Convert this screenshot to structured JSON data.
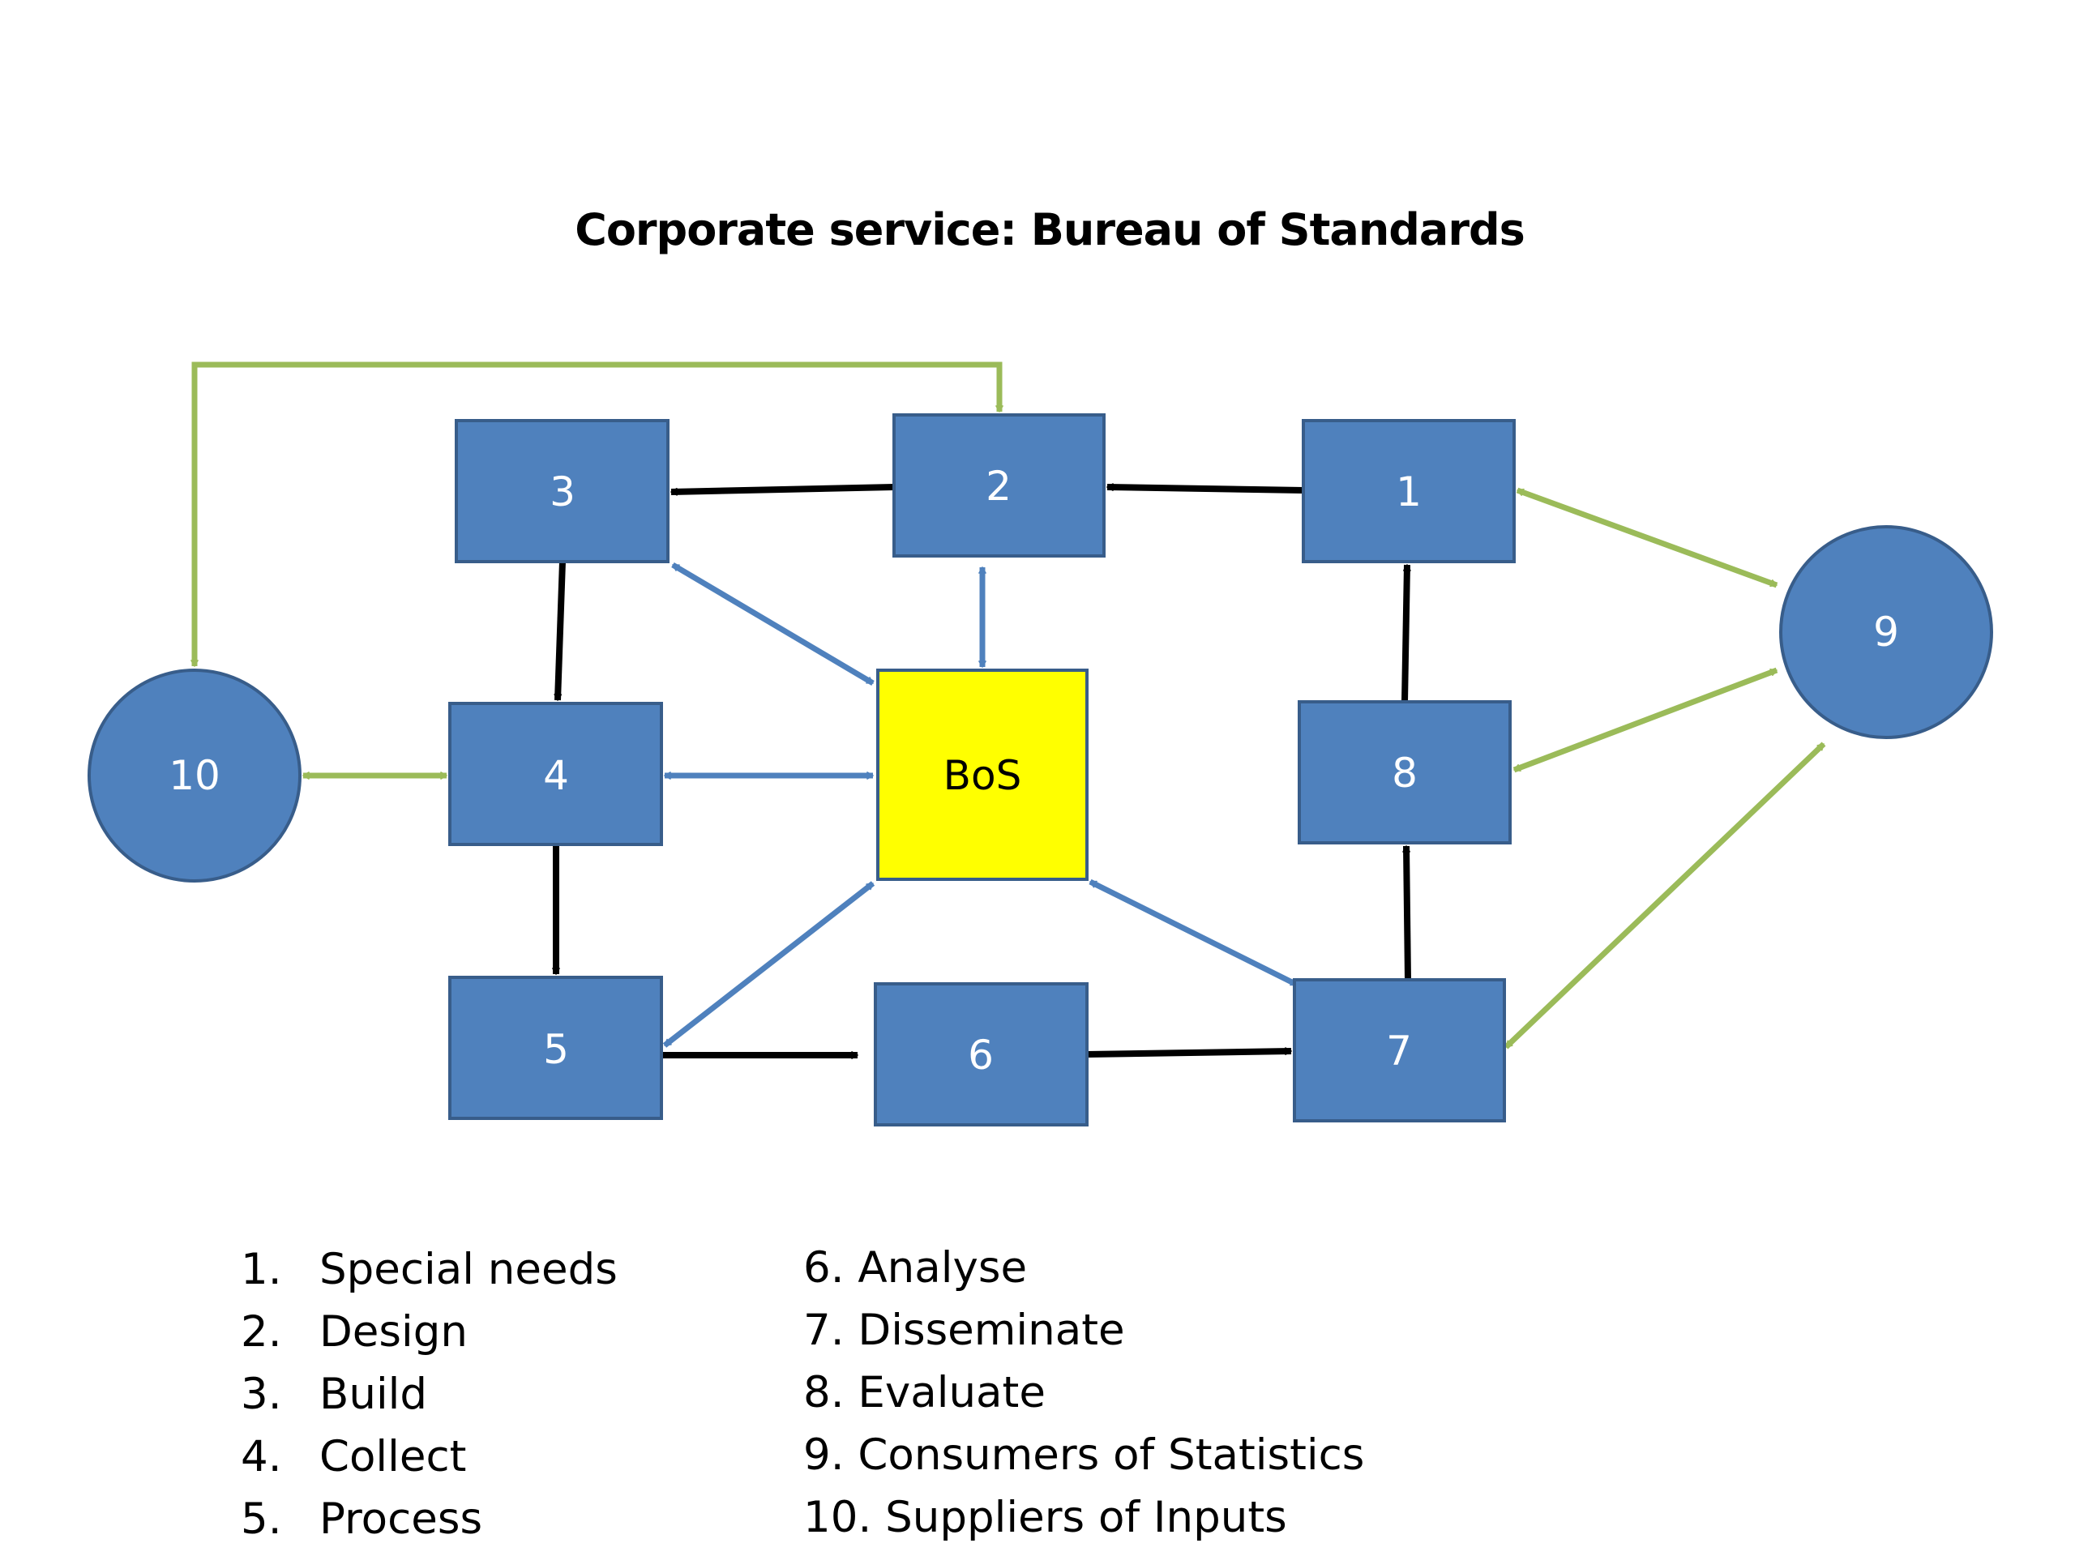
{
  "title": "Corporate service: Bureau of Standards",
  "colors": {
    "box_fill": "#4f81bd",
    "box_stroke": "#385d8a",
    "bos_fill": "#ffff00",
    "flow_arrow": "#000000",
    "bos_link": "#4f81bd",
    "external_link": "#9bbb59"
  },
  "nodes": [
    {
      "id": "1",
      "label": "1",
      "shape": "rect"
    },
    {
      "id": "2",
      "label": "2",
      "shape": "rect"
    },
    {
      "id": "3",
      "label": "3",
      "shape": "rect"
    },
    {
      "id": "4",
      "label": "4",
      "shape": "rect"
    },
    {
      "id": "5",
      "label": "5",
      "shape": "rect"
    },
    {
      "id": "6",
      "label": "6",
      "shape": "rect"
    },
    {
      "id": "7",
      "label": "7",
      "shape": "rect"
    },
    {
      "id": "8",
      "label": "8",
      "shape": "rect"
    },
    {
      "id": "9",
      "label": "9",
      "shape": "circle"
    },
    {
      "id": "10",
      "label": "10",
      "shape": "circle"
    },
    {
      "id": "bos",
      "label": "BoS",
      "shape": "rect"
    }
  ],
  "edges": [
    {
      "from": "1",
      "to": "2",
      "type": "flow"
    },
    {
      "from": "2",
      "to": "3",
      "type": "flow"
    },
    {
      "from": "3",
      "to": "4",
      "type": "flow"
    },
    {
      "from": "4",
      "to": "5",
      "type": "flow"
    },
    {
      "from": "5",
      "to": "6",
      "type": "flow"
    },
    {
      "from": "6",
      "to": "7",
      "type": "flow"
    },
    {
      "from": "7",
      "to": "8",
      "type": "flow"
    },
    {
      "from": "8",
      "to": "1",
      "type": "flow"
    },
    {
      "from": "bos",
      "to": "2",
      "type": "bos-link",
      "bidirectional": true
    },
    {
      "from": "bos",
      "to": "3",
      "type": "bos-link",
      "bidirectional": true
    },
    {
      "from": "bos",
      "to": "4",
      "type": "bos-link",
      "bidirectional": true
    },
    {
      "from": "bos",
      "to": "5",
      "type": "bos-link",
      "bidirectional": true
    },
    {
      "from": "bos",
      "to": "7",
      "type": "bos-link",
      "bidirectional": true
    },
    {
      "from": "9",
      "to": "1",
      "type": "external",
      "bidirectional": true
    },
    {
      "from": "9",
      "to": "8",
      "type": "external",
      "bidirectional": true
    },
    {
      "from": "9",
      "to": "7",
      "type": "external",
      "bidirectional": true
    },
    {
      "from": "10",
      "to": "4",
      "type": "external",
      "bidirectional": true
    },
    {
      "from": "10",
      "to": "2",
      "type": "external",
      "bidirectional": true
    }
  ],
  "legend": {
    "left": [
      {
        "num": "1.",
        "label": "Special needs"
      },
      {
        "num": "2.",
        "label": "Design"
      },
      {
        "num": "3.",
        "label": "Build"
      },
      {
        "num": "4.",
        "label": "Collect"
      },
      {
        "num": "5.",
        "label": "Process"
      }
    ],
    "right": [
      {
        "text": "6. Analyse"
      },
      {
        "text": "7. Disseminate"
      },
      {
        "text": "8. Evaluate"
      },
      {
        "text": "9. Consumers of Statistics"
      },
      {
        "text": "10. Suppliers of Inputs"
      }
    ]
  }
}
